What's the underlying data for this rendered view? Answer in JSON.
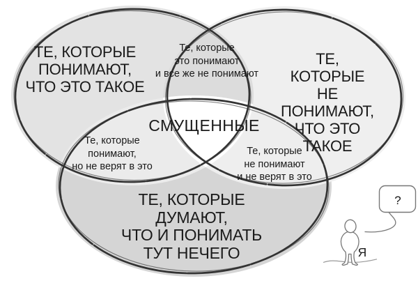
{
  "venn": {
    "circles": [
      {
        "id": "understand",
        "label": "ТЕ, КОТОРЫЕ\nПОНИМАЮТ,\nЧТО ЭТО ТАКОЕ",
        "fill": "#e3e3e3"
      },
      {
        "id": "dont-understand",
        "label": "ТЕ, КОТОРЫЕ\nНЕ ПОНИМАЮТ,\nЧТО ЭТО ТАКОЕ",
        "fill": "#efefef"
      },
      {
        "id": "nothing-to-understand",
        "label": "ТЕ, КОТОРЫЕ\nДУМАЮТ,\nЧТО И ПОНИМАТЬ\nТУТ НЕЧЕГО",
        "fill": "#d5d5d5"
      }
    ],
    "intersections": [
      {
        "id": "understand-yet-dont",
        "label": "Те, которые\nэто понимают\nи все же не понимают",
        "fill": "#dcdcdc"
      },
      {
        "id": "understand-dont-believe",
        "label": "Те, которые\nпонимают,\nно не верят в это",
        "fill": "#ebebeb"
      },
      {
        "id": "dont-understand-dont-believe",
        "label": "Те, которые\nне понимают\nи не верят в это",
        "fill": "#eeeeee"
      },
      {
        "id": "all-three-center",
        "label": "СМУЩЕННЫЕ",
        "fill": "#ffffff"
      }
    ],
    "observer": {
      "label": "Я",
      "speech_bubble_text": "?"
    },
    "colors": {
      "background": "#ffffff",
      "outline": "#333333",
      "text": "#1a1a1a",
      "figure_stroke": "#777777",
      "ground_stroke": "#999999"
    }
  }
}
